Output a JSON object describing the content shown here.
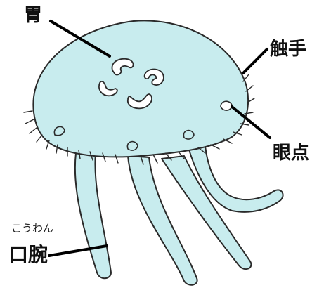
{
  "labels": {
    "stomach": "胃",
    "tentacle": "触手",
    "eyespot": "眼点",
    "oral_arm": "口腕",
    "oral_arm_reading": "こうわん"
  },
  "colors": {
    "body_fill": "#c8ecee",
    "outline": "#2a2a2a",
    "leader_line": "#000000",
    "background": "#ffffff"
  }
}
